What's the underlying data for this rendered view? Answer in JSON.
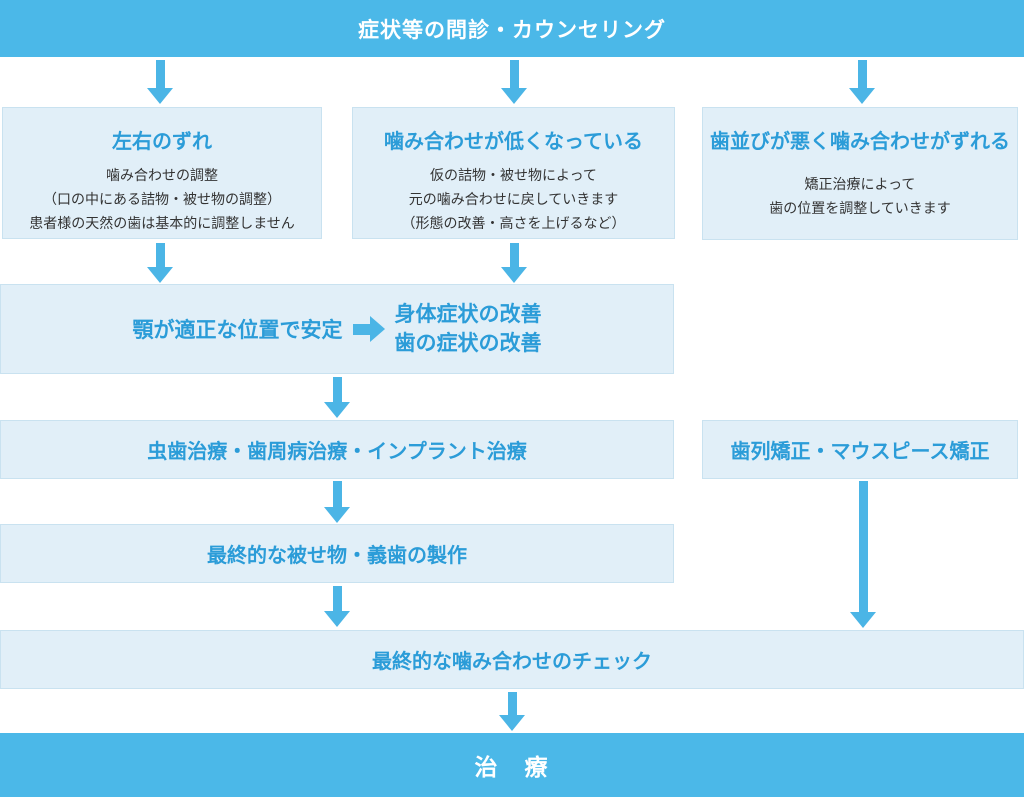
{
  "colors": {
    "banner_blue": "#4bb8e8",
    "arrow_blue": "#4bb5e6",
    "box_fill": "#e1eff8",
    "box_border": "#c9e2f0",
    "title_blue": "#2b9cd8",
    "body_text": "#333333"
  },
  "header": {
    "title": "症状等の問診・カウンセリング"
  },
  "columns": [
    {
      "title": "左右のずれ",
      "body": [
        "噛み合わせの調整",
        "（口の中にある詰物・被せ物の調整）",
        "患者様の天然の歯は基本的に調整しません"
      ]
    },
    {
      "title": "噛み合わせが低くなっている",
      "body": [
        "仮の詰物・被せ物によって",
        "元の噛み合わせに戻していきます",
        "（形態の改善・高さを上げるなど）"
      ]
    },
    {
      "title": "歯並びが悪く噛み合わせがずれる",
      "body": [
        "矯正治療によって",
        "歯の位置を調整していきます"
      ]
    }
  ],
  "stability_box": {
    "left_label": "顎が適正な位置で安定",
    "right_lines": [
      "身体症状の改善",
      "歯の症状の改善"
    ]
  },
  "treatment_box": {
    "label": "虫歯治療・歯周病治療・インプラント治療"
  },
  "ortho_box": {
    "label": "歯列矯正・マウスピース矯正"
  },
  "prosthesis_box": {
    "label": "最終的な被せ物・義歯の製作"
  },
  "final_check_box": {
    "label": "最終的な噛み合わせのチェック"
  },
  "footer": {
    "title": "治　療"
  }
}
